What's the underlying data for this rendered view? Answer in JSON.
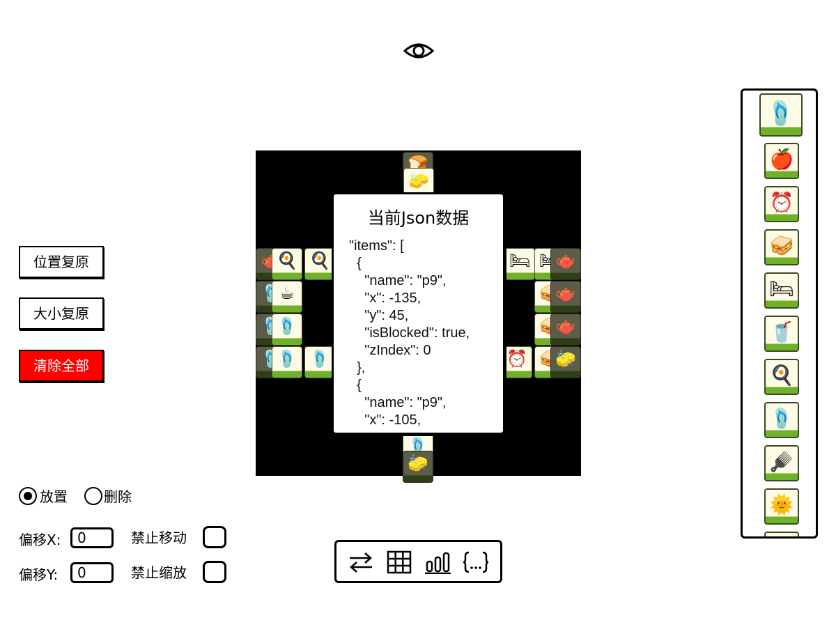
{
  "buttons": {
    "reset_position": "位置复原",
    "reset_size": "大小复原",
    "clear_all": "清除全部"
  },
  "mode": {
    "place_label": "放置",
    "delete_label": "删除",
    "selected": "放置"
  },
  "offset": {
    "x_label": "偏移X:",
    "x_value": "0",
    "y_label": "偏移Y:",
    "y_value": "0"
  },
  "locks": {
    "disable_move_label": "禁止移动",
    "disable_scale_label": "禁止缩放"
  },
  "json_modal": {
    "title": "当前Json数据",
    "code_lines": [
      "\"items\": [",
      "  {",
      "    \"name\": \"p9\",",
      "    \"x\": -135,",
      "    \"y\": 45,",
      "    \"isBlocked\": true,",
      "    \"zIndex\": 0",
      "  },",
      "  {",
      "    \"name\": \"p9\",",
      "    \"x\": -105,"
    ]
  },
  "toolbar": {
    "icons": [
      "swap-icon",
      "grid-icon",
      "bar-chart-icon",
      "json-braces-icon"
    ]
  },
  "board_tiles": [
    {
      "icon": "toast-icon",
      "glyph": "🍞",
      "dark": true
    },
    {
      "icon": "sponge-icon",
      "glyph": "🧽",
      "dark": false
    },
    {
      "icon": "coffee-pot-icon",
      "glyph": "🫖",
      "dark": true
    },
    {
      "icon": "fried-egg-icon",
      "glyph": "🍳",
      "dark": false
    },
    {
      "icon": "fried-egg-icon",
      "glyph": "🍳",
      "dark": false
    },
    {
      "icon": "pillow-icon",
      "glyph": "🛏",
      "dark": false
    },
    {
      "icon": "pillow-icon",
      "glyph": "🛏",
      "dark": false
    },
    {
      "icon": "kettle-icon",
      "glyph": "🫖",
      "dark": true
    },
    {
      "icon": "slipper-icon",
      "glyph": "🩴",
      "dark": true
    },
    {
      "icon": "coffee-cup-icon",
      "glyph": "☕",
      "dark": false
    },
    {
      "icon": "sandwich-icon",
      "glyph": "🥪",
      "dark": false
    },
    {
      "icon": "kettle-icon",
      "glyph": "🫖",
      "dark": true
    },
    {
      "icon": "slipper-icon",
      "glyph": "🩴",
      "dark": true
    },
    {
      "icon": "green-slipper-icon",
      "glyph": "🩴",
      "dark": false
    },
    {
      "icon": "sandwich-icon",
      "glyph": "🥪",
      "dark": false
    },
    {
      "icon": "kettle-icon",
      "glyph": "🫖",
      "dark": true
    },
    {
      "icon": "slipper-icon",
      "glyph": "🩴",
      "dark": true
    },
    {
      "icon": "green-slipper-icon",
      "glyph": "🩴",
      "dark": false
    },
    {
      "icon": "green-slipper-icon",
      "glyph": "🩴",
      "dark": false
    },
    {
      "icon": "alarm-clock-icon",
      "glyph": "⏰",
      "dark": false
    },
    {
      "icon": "sandwich-icon",
      "glyph": "🥪",
      "dark": false
    },
    {
      "icon": "sponge-icon",
      "glyph": "🧽",
      "dark": true
    },
    {
      "icon": "black-slipper-icon",
      "glyph": "🩴",
      "dark": false
    },
    {
      "icon": "sponge-icon",
      "glyph": "🧽",
      "dark": true
    }
  ],
  "palette": [
    {
      "icon": "green-slipper-icon",
      "glyph": "🩴",
      "selected": true
    },
    {
      "icon": "apple-icon",
      "glyph": "🍎"
    },
    {
      "icon": "alarm-clock-icon",
      "glyph": "⏰"
    },
    {
      "icon": "sandwich-icon",
      "glyph": "🥪"
    },
    {
      "icon": "pillow-icon",
      "glyph": "🛏"
    },
    {
      "icon": "orange-juice-icon",
      "glyph": "🥤"
    },
    {
      "icon": "fried-egg-icon",
      "glyph": "🍳"
    },
    {
      "icon": "black-slipper-icon",
      "glyph": "🩴"
    },
    {
      "icon": "hairbrush-icon",
      "glyph": "🪮"
    },
    {
      "icon": "sun-icon",
      "glyph": "🌞"
    },
    {
      "icon": "plate-icon",
      "glyph": "🍽"
    }
  ],
  "colors": {
    "danger": "#ff0000",
    "tile_face": "#fdfbe6",
    "tile_base": "#6fb22a"
  }
}
